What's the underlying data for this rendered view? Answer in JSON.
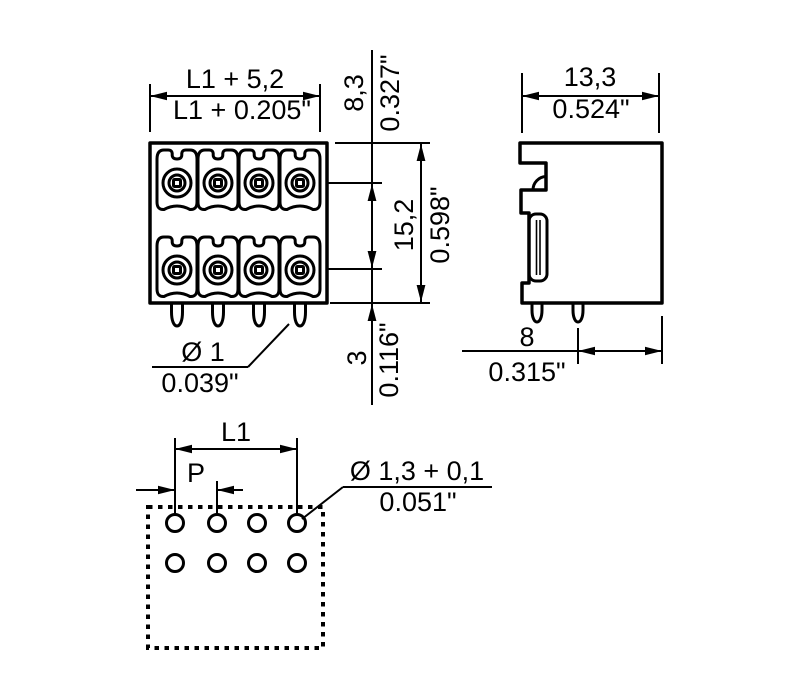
{
  "drawing": {
    "front_view": {
      "width_mm": "L1 + 5,2",
      "width_in": "L1 + 0.205\"",
      "row_pitch_mm": "8,3",
      "row_pitch_in": "0.327\"",
      "height_mm": "15,2",
      "height_in": "0.598\"",
      "pin_protrusion_mm": "3",
      "pin_protrusion_in": "0.116\"",
      "pin_dia_mm": "Ø 1",
      "pin_dia_in": "0.039\""
    },
    "side_view": {
      "depth_mm": "13,3",
      "depth_in": "0.524\"",
      "pin_to_face_mm": "8",
      "pin_to_face_in": "0.315\""
    },
    "drilling_plan": {
      "length_label": "L1",
      "pitch_label": "P",
      "hole_dia_mm": "Ø 1,3 + 0,1",
      "hole_dia_in": "0.051\""
    },
    "colors": {
      "line": "#000000",
      "background": "#ffffff"
    }
  }
}
